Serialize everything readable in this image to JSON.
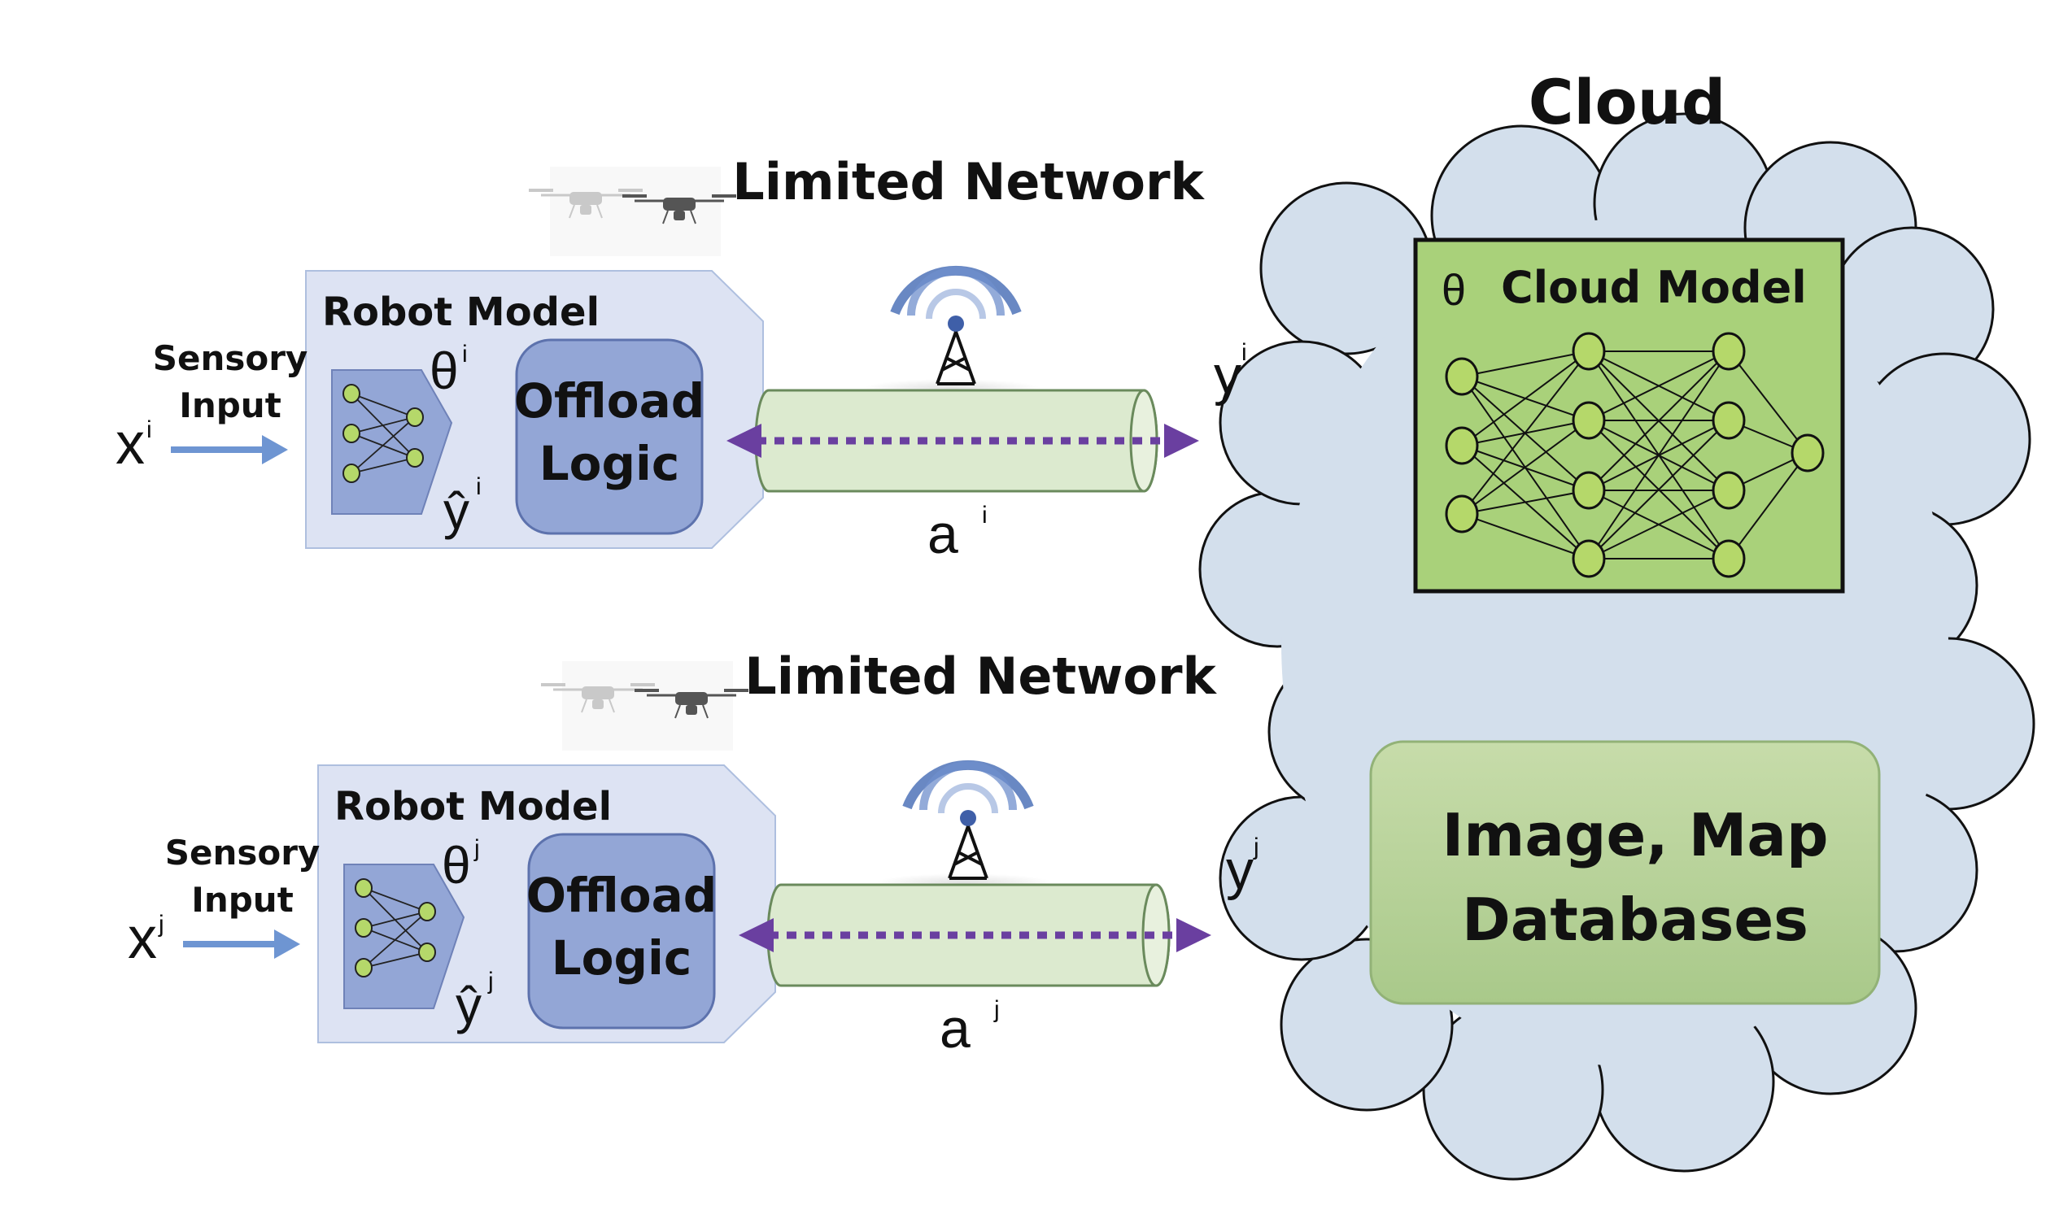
{
  "title": "Cloud",
  "rows": [
    {
      "network_label": "Limited Network",
      "robot_model_label": "Robot Model",
      "sensory_label_line1": "Sensory",
      "sensory_label_line2": "Input",
      "x_symbol": "x",
      "x_sup": "i",
      "theta_symbol": "θ",
      "theta_sup": "i",
      "yhat_symbol": "ŷ",
      "yhat_sup": "i",
      "offload_line1": "Offload",
      "offload_line2": "Logic",
      "a_symbol": "a",
      "a_sup": "i",
      "y_symbol": "y",
      "y_sup": "i"
    },
    {
      "network_label": "Limited Network",
      "robot_model_label": "Robot Model",
      "sensory_label_line1": "Sensory",
      "sensory_label_line2": "Input",
      "x_symbol": "x",
      "x_sup": "j",
      "theta_symbol": "θ",
      "theta_sup": "j",
      "yhat_symbol": "ŷ",
      "yhat_sup": "j",
      "offload_line1": "Offload",
      "offload_line2": "Logic",
      "a_symbol": "a",
      "a_sup": "j",
      "y_symbol": "y",
      "y_sup": "j"
    }
  ],
  "cloud_model": {
    "theta_symbol": "θ",
    "label": "Cloud Model",
    "layers": [
      3,
      4,
      4,
      1
    ]
  },
  "databases": {
    "line1": "Image, Map",
    "line2": "Databases"
  },
  "colors": {
    "cloud_fill": "#d3dfec",
    "robot_box": "#dde3f3",
    "offload_box": "#93a6d6",
    "pipe_fill": "#dceacf",
    "arrow_purple": "#6a3fa0",
    "input_arrow": "#6e95d2",
    "cloud_model_fill": "#a9d17a",
    "database_fill": "#bdd3a0",
    "node_fill": "#b5d86a"
  },
  "icons": [
    "drone-icon",
    "cell-tower-icon",
    "neural-network-icon"
  ]
}
